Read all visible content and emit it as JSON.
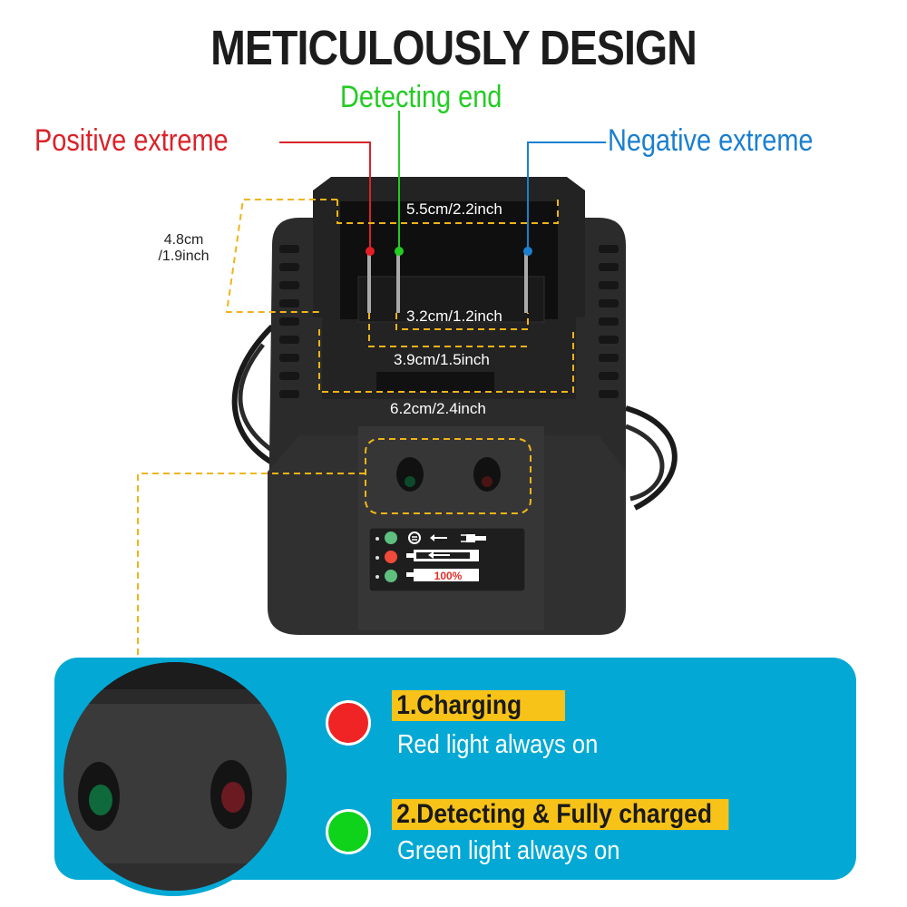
{
  "title": "METICULOUSLY DESIGN",
  "callouts": {
    "detecting_end": {
      "label": "Detecting end",
      "color": "#22cc22"
    },
    "positive": {
      "label": "Positive extreme",
      "color": "#d9232a"
    },
    "negative": {
      "label": "Negative extreme",
      "color": "#1a7fd0"
    }
  },
  "dimensions": {
    "height": {
      "line1": "4.8cm",
      "line2": "/1.9inch"
    },
    "top_width": "5.5cm/2.2inch",
    "terminal_span": "3.2cm/1.2inch",
    "rail_span": "3.9cm/1.5inch",
    "base_width": "6.2cm/2.4inch"
  },
  "indicator_panel": {
    "rows": [
      {
        "led": "green",
        "icon": "plug-icon"
      },
      {
        "led": "red",
        "icon": "charging-battery-icon"
      },
      {
        "led": "green",
        "icon": "full-battery-icon",
        "text": "100%"
      }
    ]
  },
  "legend": {
    "items": [
      {
        "title": "1.Charging",
        "subtitle": "Red light always on",
        "color": "#f02424"
      },
      {
        "title": "2.Detecting & Fully charged",
        "subtitle": "Green light always on",
        "color": "#0fd21a"
      }
    ]
  },
  "colors": {
    "accent_yellow": "#f0b419",
    "panel_blue": "#03a9d4",
    "charger_body": "#262626"
  }
}
